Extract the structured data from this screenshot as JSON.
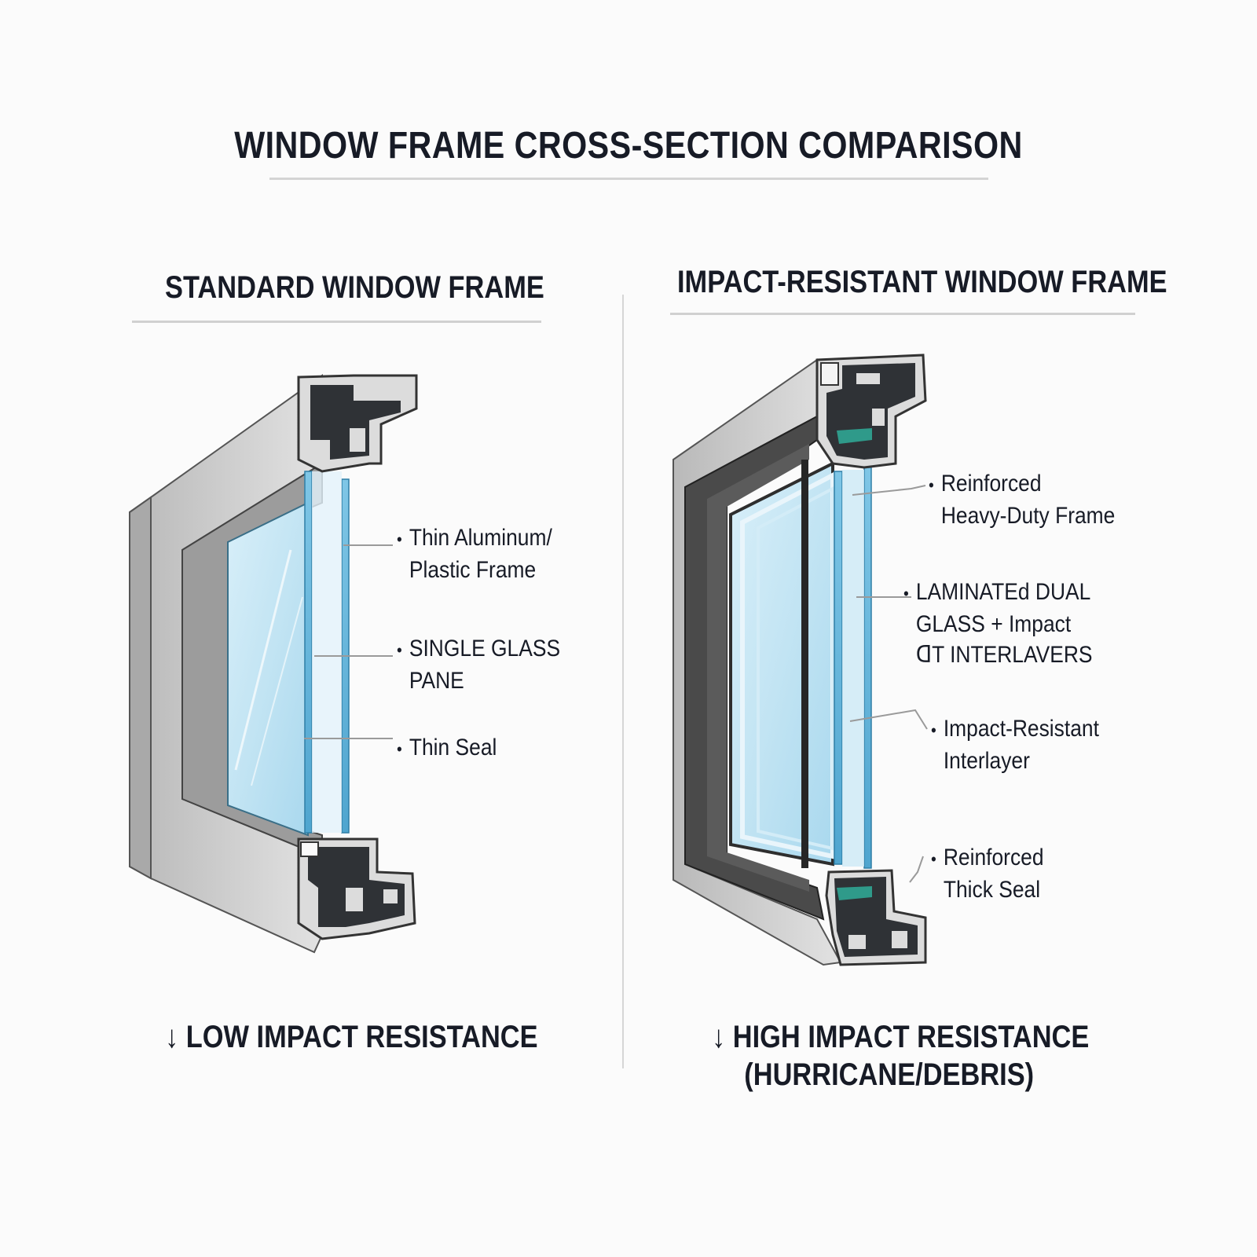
{
  "title": "WINDOW FRAME CROSS-SECTION COMPARISON",
  "panels": {
    "standard": {
      "heading": "STANDARD WINDOW FRAME",
      "callouts": {
        "frame": [
          "Thin Aluminum/",
          "Plastic Frame"
        ],
        "glass": [
          "SINGLE GLASS",
          "PANE"
        ],
        "seal": [
          "Thin Seal"
        ]
      },
      "footer": [
        "↓ LOW IMPACT RESISTANCE"
      ]
    },
    "impact": {
      "heading": "IMPACT-RESISTANT WINDOW FRAME",
      "callouts": {
        "frame": [
          "Reinforced",
          "Heavy-Duty Frame"
        ],
        "glass": [
          "LAMINATEd DUAL",
          "GLASS + Impact",
          "ᗡT INTERLAVERS"
        ],
        "interlayer": [
          "Impact-Resistant",
          "Interlayer"
        ],
        "seal": [
          "Reinforced",
          "Thick Seal"
        ]
      },
      "footer": [
        "↓ HIGH IMPACT RESISTANCE",
        "(HURRICANE/DEBRIS)"
      ]
    }
  },
  "colors": {
    "frame": "#c9c9c9",
    "frame_dark": "#4a4a4a",
    "profile": "#2f3236",
    "glass": "#bfe3f3",
    "glass_edge": "#5aaed3",
    "text": "#171b26"
  }
}
